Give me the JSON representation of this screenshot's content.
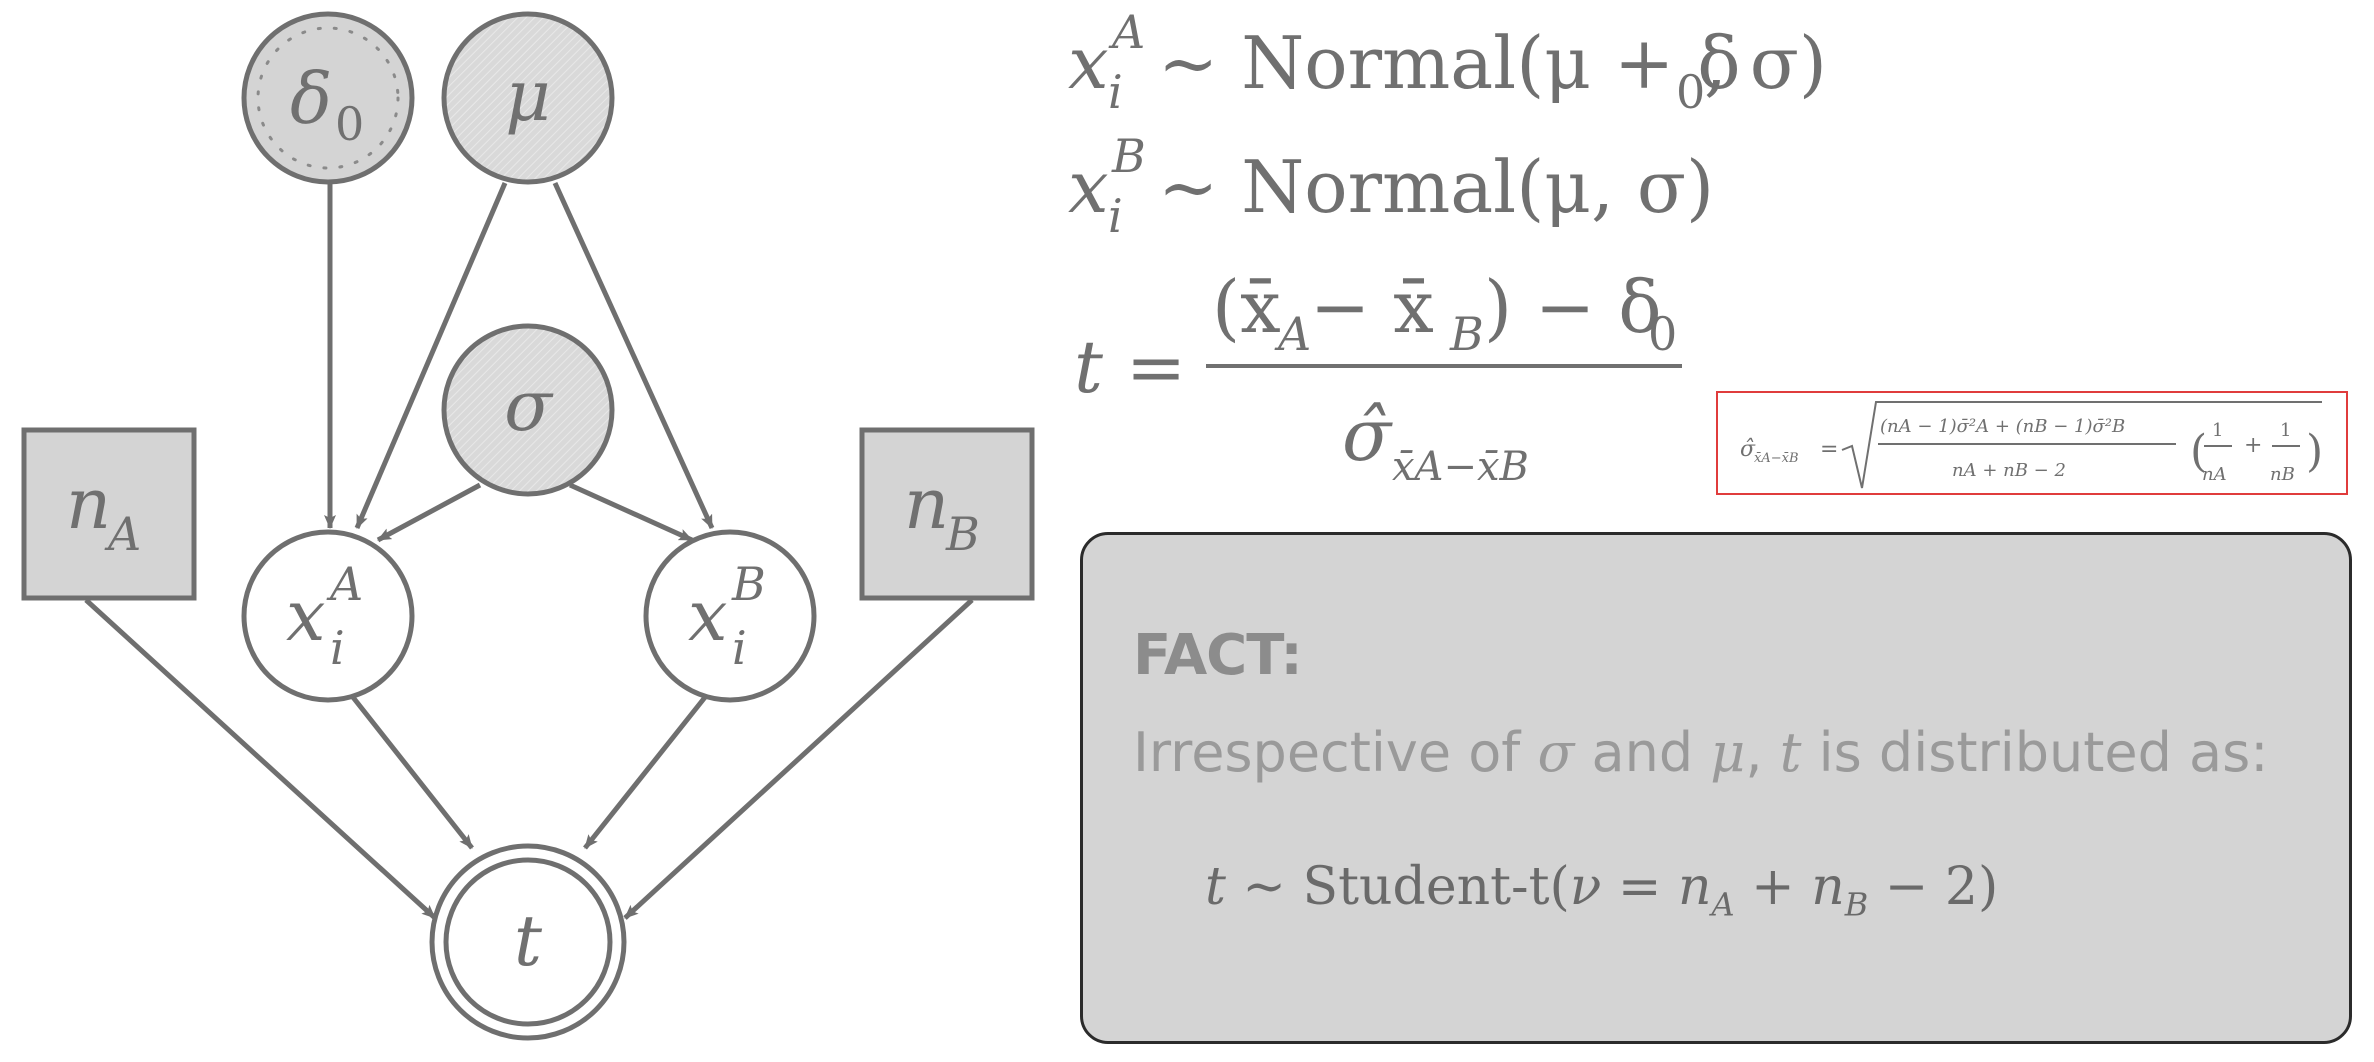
{
  "nodes": {
    "delta0": "δ",
    "delta0_sub": "0",
    "mu": "μ",
    "sigma": "σ",
    "xA": "x",
    "xA_sup": "A",
    "xA_sub": "i",
    "xB": "x",
    "xB_sup": "B",
    "xB_sub": "i",
    "nA": "n",
    "nA_sub": "A",
    "nB": "n",
    "nB_sub": "B",
    "t": "t"
  },
  "equations": {
    "xA_rhs": "~ Normal(μ + δ",
    "xA_rhs_sub": "0",
    "xA_rhs_end": ", σ)",
    "xB_rhs": "~ Normal(μ, σ)",
    "t_lhs": "t =",
    "t_numerator_1": "(x̄",
    "t_numerator_sub_a": "A",
    "t_numerator_2": " − x̄",
    "t_numerator_sub_b": "B",
    "t_numerator_3": ") − δ",
    "t_numerator_sub_0": "0",
    "t_denominator": "σ̂",
    "t_denominator_sub": "x̄A−x̄B"
  },
  "small_formula": {
    "lhs": "σ̂",
    "lhs_sub": "x̄A−x̄B",
    "eq": "=",
    "numerator": "(nA − 1)σ̄²A + (nB − 1)σ̄²B",
    "denominator": "nA + nB − 2",
    "frac1_num": "1",
    "frac1_den": "nA",
    "frac2_num": "1",
    "frac2_den": "nB",
    "plus": "+",
    "border_color": "#e03c3c"
  },
  "fact": {
    "title": "FACT:",
    "text_1": "Irrespective of ",
    "text_sigma": "σ",
    "text_2": " and ",
    "text_mu": "μ",
    "text_3": ", ",
    "text_t": "t",
    "text_4": " is distributed as:",
    "formula_t": "t",
    "formula_1": " ~ Student-t(",
    "formula_nu": "ν",
    "formula_2": " = ",
    "formula_nA": "n",
    "formula_nA_sub": "A",
    "formula_3": " + ",
    "formula_nB": "n",
    "formula_nB_sub": "B",
    "formula_4": " − 2)"
  },
  "colors": {
    "stroke": "#6f6f6f",
    "shaded_fill": "#d4d4d4",
    "text": "#707070"
  }
}
